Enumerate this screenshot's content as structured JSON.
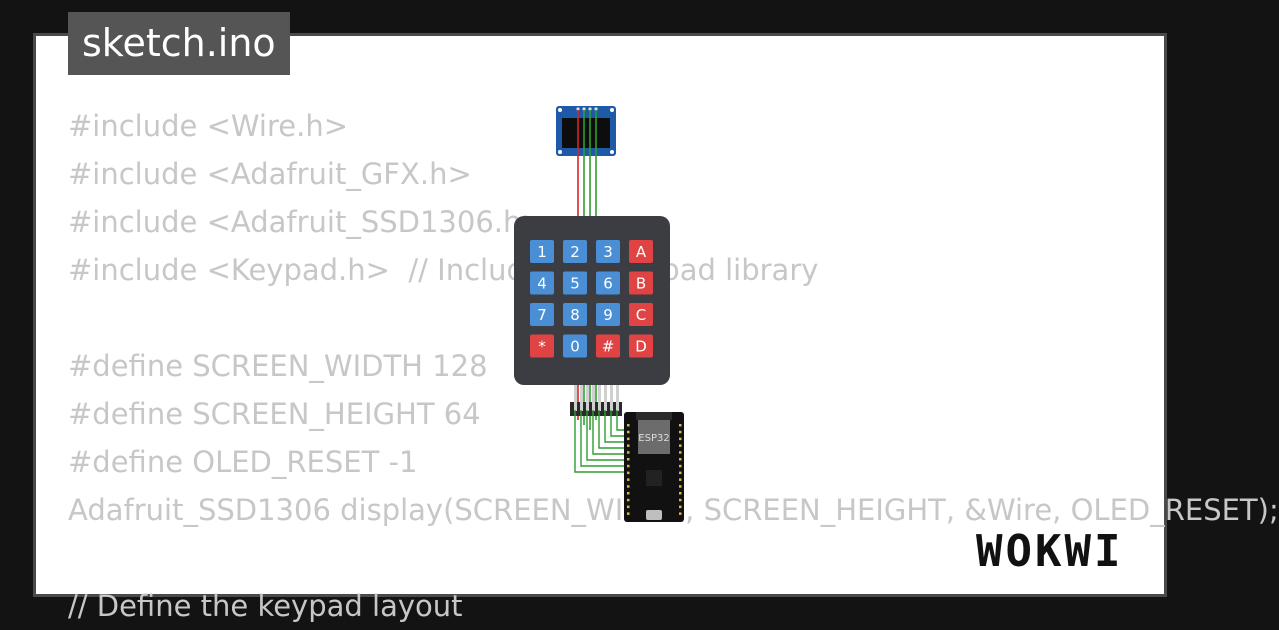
{
  "file_tab": {
    "label": "sketch.ino"
  },
  "code_lines": [
    "#include <Wire.h>",
    "#include <Adafruit_GFX.h>",
    "#include <Adafruit_SSD1306.h>",
    "#include <Keypad.h>  // Include the Keypad library",
    "",
    "#define SCREEN_WIDTH 128",
    "#define SCREEN_HEIGHT 64",
    "#define OLED_RESET -1",
    "Adafruit_SSD1306 display(SCREEN_WIDTH, SCREEN_HEIGHT, &Wire, OLED_RESET);",
    "",
    "// Define the keypad layout"
  ],
  "keypad": {
    "rows": [
      [
        "1",
        "2",
        "3",
        "A"
      ],
      [
        "4",
        "5",
        "6",
        "B"
      ],
      [
        "7",
        "8",
        "9",
        "C"
      ],
      [
        "*",
        "0",
        "#",
        "D"
      ]
    ],
    "colors": {
      "digit": "#4a8fd6",
      "letter": "#e04343",
      "body": "#3b3d42"
    }
  },
  "board": {
    "chip_label": "ESP32"
  },
  "brand": {
    "logo": "WOKWI"
  },
  "colors": {
    "background": "#131313",
    "card": "#ffffff",
    "code_text": "#c7c7c7",
    "tab_bg": "#555555",
    "wire_green": "#2e9e2e",
    "wire_red": "#d8232a"
  }
}
